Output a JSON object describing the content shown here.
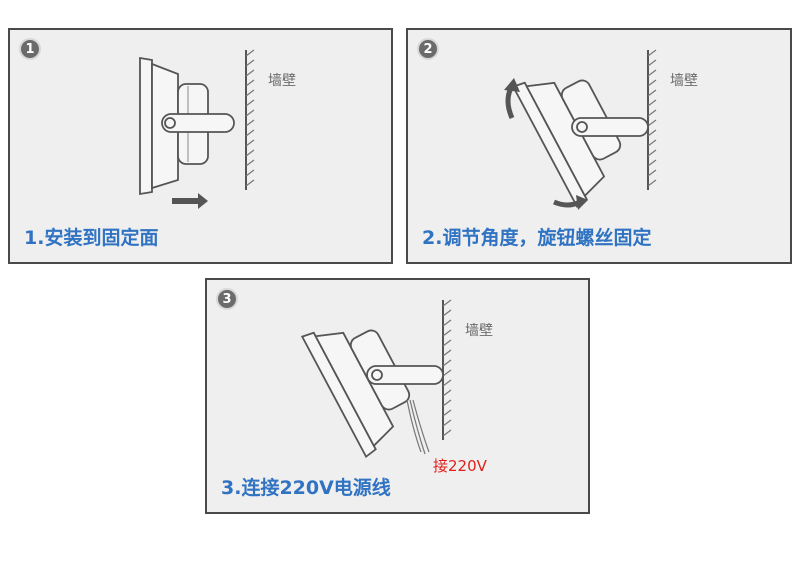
{
  "steps": [
    {
      "badge": "1",
      "caption": "1.安装到固定面",
      "wall_label": "墙壁"
    },
    {
      "badge": "2",
      "caption": "2.调节角度，旋钮螺丝固定",
      "wall_label": "墙壁"
    },
    {
      "badge": "3",
      "caption": "3.连接220V电源线",
      "wall_label": "墙壁",
      "note": "接220V"
    }
  ],
  "colors": {
    "caption": "#2f73c2",
    "note": "#e0201d",
    "line": "#555555",
    "arrow": "#555555"
  }
}
